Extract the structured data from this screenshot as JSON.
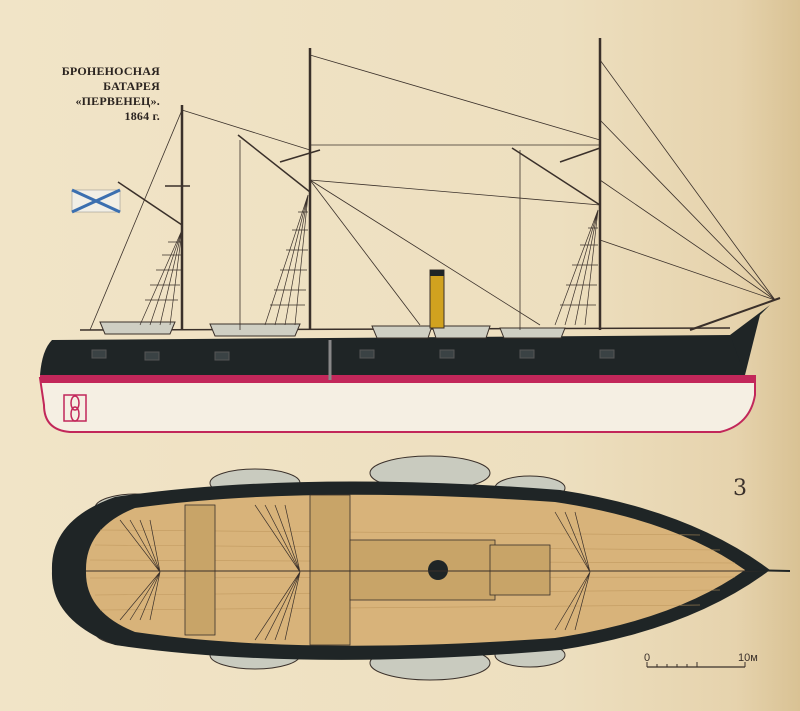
{
  "caption": {
    "line1": "БРОНЕНОСНАЯ",
    "line2": "БАТАРЕЯ",
    "line3": "«ПЕРВЕНЕЦ».",
    "line4": "1864 г."
  },
  "plate_number": "3",
  "scale": {
    "start_label": "0",
    "end_label": "10м"
  },
  "colors": {
    "paper": "#efe2c4",
    "hull_black": "#1f2526",
    "waterline_red": "#c2275a",
    "deck_wood": "#d8b37a",
    "boat_grey": "#c9cbbf",
    "funnel_yellow": "#d1a21f"
  },
  "icons": {
    "flag": "st-andrew-flag-icon",
    "propeller": "propeller-icon"
  }
}
